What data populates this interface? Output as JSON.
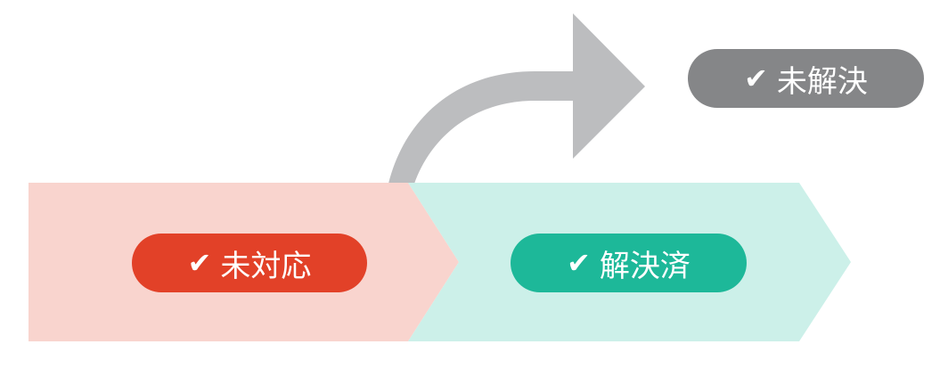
{
  "stages": [
    {
      "label": "未対応",
      "icon": "check-icon",
      "pill_color": "#e24128",
      "band_color": "#f9d4ce"
    },
    {
      "label": "解決済",
      "icon": "check-icon",
      "pill_color": "#1db899",
      "band_color": "#ccf0e9"
    }
  ],
  "branch": {
    "label": "未解決",
    "icon": "check-icon",
    "pill_color": "#858688",
    "arrow_color": "#bcbdbf"
  },
  "check_glyph": "✔"
}
